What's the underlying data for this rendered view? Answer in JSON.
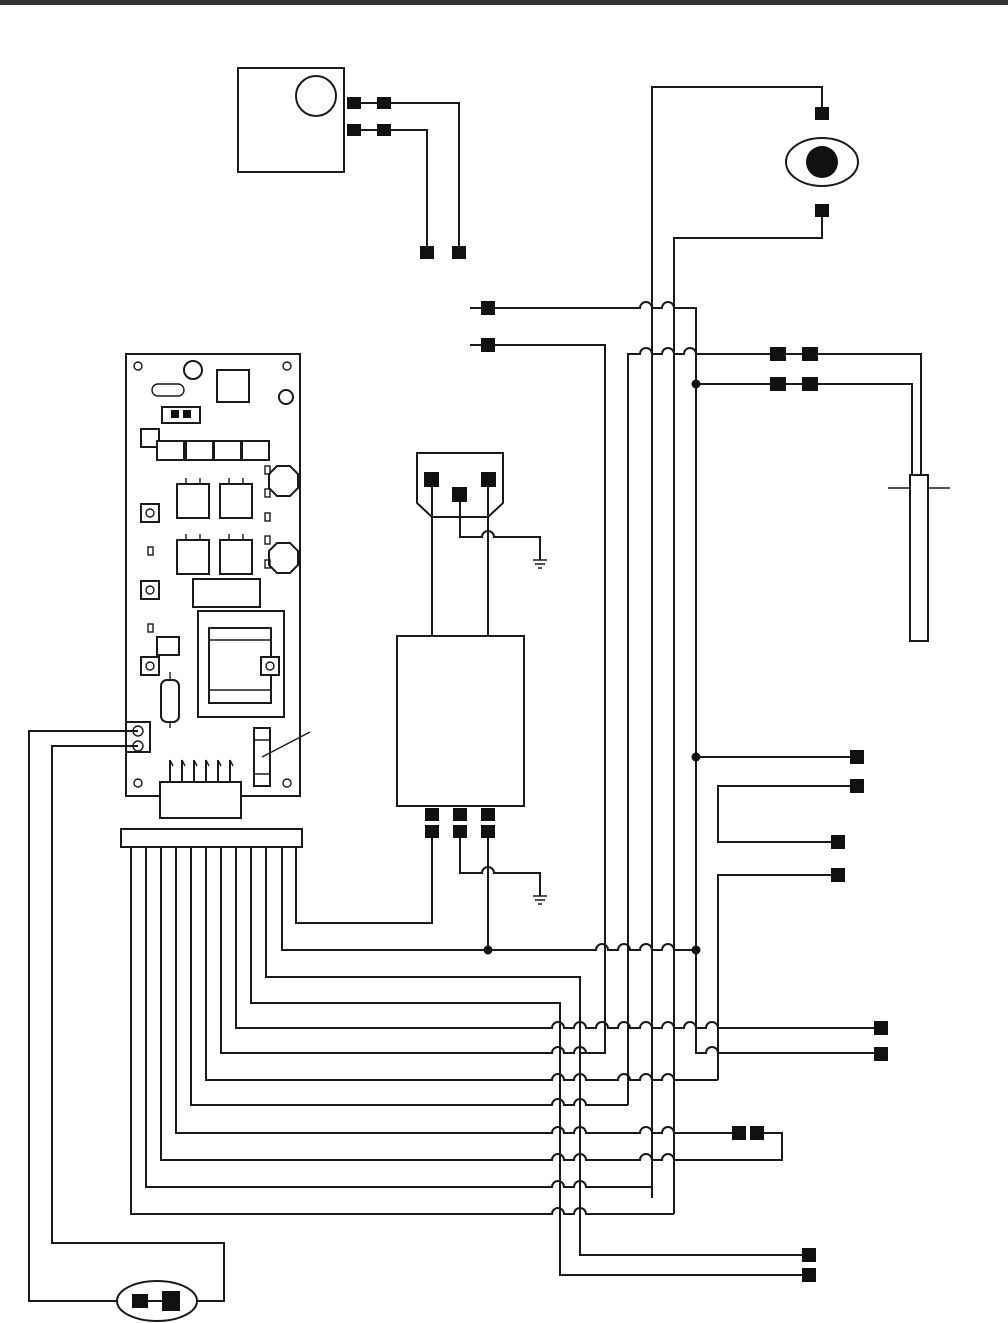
{
  "colors": {
    "line": "#1a1a1a",
    "terminal": "#111111",
    "background": "#ffffff",
    "top_rule": "#333333"
  },
  "components": [
    {
      "name": "pressure-switch",
      "icon": "round-gauge-box"
    },
    {
      "name": "ignitor",
      "icon": "eye-ignitor"
    },
    {
      "name": "temperature-probe",
      "icon": "rod-probe"
    },
    {
      "name": "control-board",
      "icon": "circuit-board"
    },
    {
      "name": "power-receptacle",
      "icon": "three-prong-plug"
    },
    {
      "name": "line-filter",
      "icon": "rectangular-module"
    },
    {
      "name": "wire-harness",
      "icon": "multi-pin-connector"
    },
    {
      "name": "ground",
      "icon": "ground-symbol"
    },
    {
      "name": "remote-connector",
      "icon": "oval-plug"
    }
  ]
}
